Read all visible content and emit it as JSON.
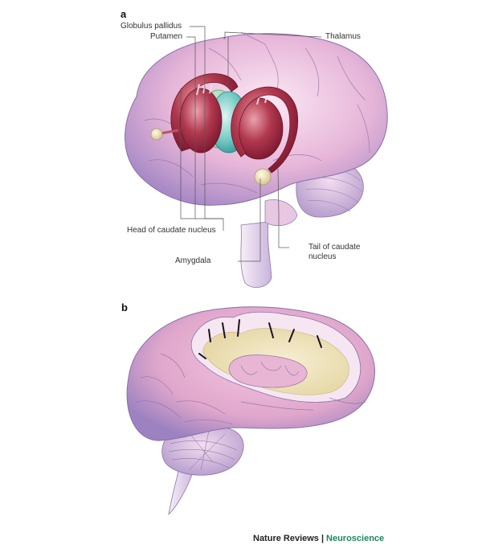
{
  "panel_a": {
    "letter": "a",
    "labels": {
      "globulus_pallidus": "Globulus pallidus",
      "putamen": "Putamen",
      "thalamus": "Thalamus",
      "head_caudate": "Head of caudate nucleus",
      "amygdala": "Amygdala",
      "tail_caudate_line1": "Tail of caudate",
      "tail_caudate_line2": "nucleus"
    }
  },
  "panel_b": {
    "letter": "b"
  },
  "footer": {
    "journal": "Nature Reviews",
    "separator": "|",
    "section": "Neuroscience"
  },
  "colors": {
    "brain_pink": "#e8b6d6",
    "brain_shadow": "#a487c2",
    "caudate_red": "#a8324c",
    "globus_teal": "#4fb8b3",
    "white_matter": "#efe3b8",
    "brand_green": "#1a8a5a"
  }
}
